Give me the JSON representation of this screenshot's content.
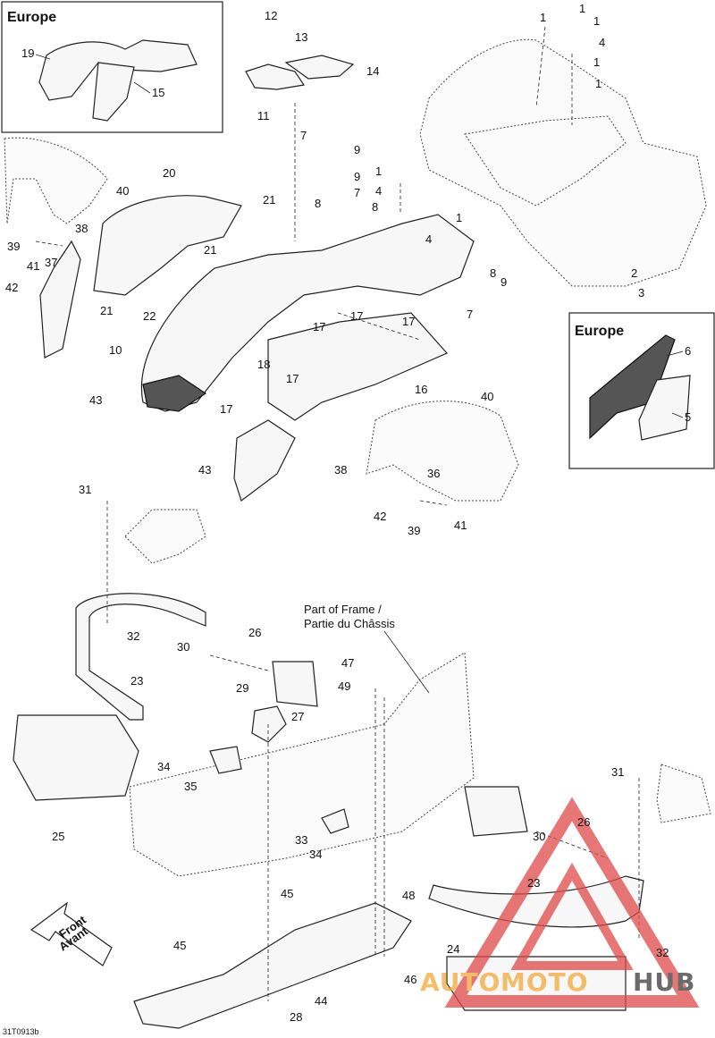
{
  "document_code": "31T0913b",
  "europe_label": "Europe",
  "frame_note_line1": "Part of Frame /",
  "frame_note_line2": "Partie du Châssis",
  "front_arrow_line1": "Front",
  "front_arrow_line2": "Avant",
  "watermark": {
    "text_auto": "AUTO",
    "text_moto": "MOTO",
    "text_hub": "HUB",
    "colors": {
      "orange": "#f2a93b",
      "red": "#e04a4a",
      "dark": "#3a3a3a"
    }
  },
  "callouts": {
    "c1": "1",
    "c2": "2",
    "c3": "3",
    "c4": "4",
    "c5": "5",
    "c6": "6",
    "c7": "7",
    "c8": "8",
    "c9": "9",
    "c10": "10",
    "c11": "11",
    "c12": "12",
    "c13": "13",
    "c14": "14",
    "c15": "15",
    "c16": "16",
    "c17": "17",
    "c18": "18",
    "c19": "19",
    "c20": "20",
    "c21": "21",
    "c22": "22",
    "c23": "23",
    "c24": "24",
    "c25": "25",
    "c26": "26",
    "c27": "27",
    "c28": "28",
    "c29": "29",
    "c30": "30",
    "c31": "31",
    "c32": "32",
    "c33": "33",
    "c34": "34",
    "c35": "35",
    "c36": "36",
    "c37": "37",
    "c38": "38",
    "c39": "39",
    "c40": "40",
    "c41": "41",
    "c42": "42",
    "c43": "43",
    "c44": "44",
    "c45": "45",
    "c46": "46",
    "c47": "47",
    "c48": "48",
    "c49": "49"
  }
}
